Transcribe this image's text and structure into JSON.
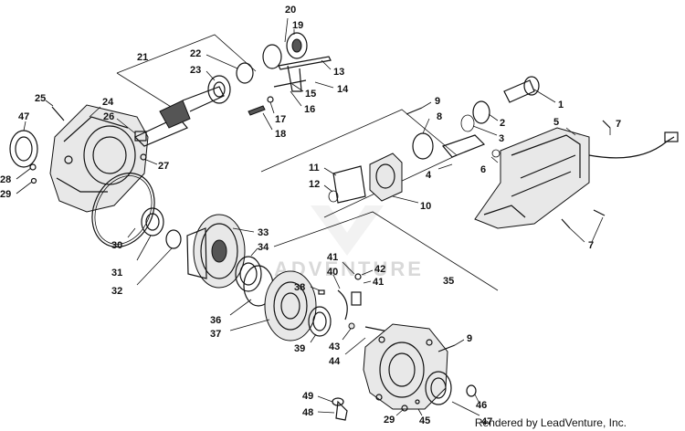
{
  "diagram": {
    "watermark": "ADVENTURE",
    "credit": "Rendered by LeadVenture, Inc.",
    "callouts": [
      "1",
      "2",
      "3",
      "4",
      "5",
      "6",
      "7",
      "7",
      "8",
      "9",
      "9",
      "10",
      "11",
      "12",
      "13",
      "14",
      "15",
      "16",
      "17",
      "18",
      "19",
      "20",
      "21",
      "22",
      "23",
      "24",
      "25",
      "26",
      "27",
      "28",
      "29",
      "29",
      "30",
      "31",
      "32",
      "33",
      "34",
      "35",
      "36",
      "37",
      "38",
      "39",
      "40",
      "41",
      "41",
      "42",
      "43",
      "44",
      "45",
      "46",
      "47",
      "47",
      "48",
      "49"
    ]
  }
}
